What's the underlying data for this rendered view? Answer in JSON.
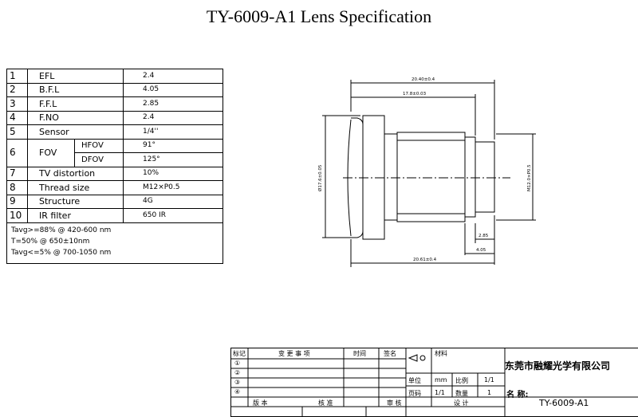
{
  "title": "TY-6009-A1 Lens Specification",
  "spec": {
    "rows": [
      {
        "no": "1",
        "name": "EFL",
        "value": "2.4"
      },
      {
        "no": "2",
        "name": "B.F.L",
        "value": "4.05"
      },
      {
        "no": "3",
        "name": "F.F.L",
        "value": "2.85"
      },
      {
        "no": "4",
        "name": "F.NO",
        "value": "2.4"
      },
      {
        "no": "5",
        "name": "Sensor",
        "value": "1/4''"
      }
    ],
    "fov": {
      "no": "6",
      "name": "FOV",
      "hfov_label": "HFOV",
      "hfov": "91°",
      "dfov_label": "DFOV",
      "dfov": "125°"
    },
    "rows2": [
      {
        "no": "7",
        "name": "TV distortion",
        "value": "10%"
      },
      {
        "no": "8",
        "name": "Thread size",
        "value": "M12×P0.5"
      },
      {
        "no": "9",
        "name": "Structure",
        "value": "4G"
      },
      {
        "no": "10",
        "name": "IR filter",
        "value": "650 IR"
      }
    ],
    "notes": [
      "Tavg>=88%  @ 420-600 nm",
      "T=50%     @ 650±10nm",
      "Tavg<=5%   @ 700-1050 nm"
    ]
  },
  "drawing": {
    "dim_top_overall": "20.40±0.4",
    "dim_top_body": "17.8±0.03",
    "dim_diameter": "Ø17.6±0.05",
    "dim_thread": "M12.0×P0.5",
    "dim_ffl": "2.85",
    "dim_bfl": "4.05",
    "dim_bottom_overall": "20.61±0.4"
  },
  "title_block": {
    "col_headers": [
      "标记",
      "变 更 事 项",
      "时间",
      "签名"
    ],
    "revisions": [
      "①",
      "②",
      "③",
      "④"
    ],
    "material_label": "材料",
    "unit_label": "单位",
    "unit_value": "mm",
    "scale_label": "比例",
    "scale_value": "1/1",
    "page_label": "页码",
    "page_value": "1/1",
    "qty_label": "数量",
    "qty_value": "1",
    "bottom_labels": [
      "版  本",
      "核  准",
      "审  核",
      "设  计"
    ],
    "company": "东莞市融耀光学有限公司",
    "name_label": "名  称:",
    "drawing_no": "TY-6009-A1"
  }
}
